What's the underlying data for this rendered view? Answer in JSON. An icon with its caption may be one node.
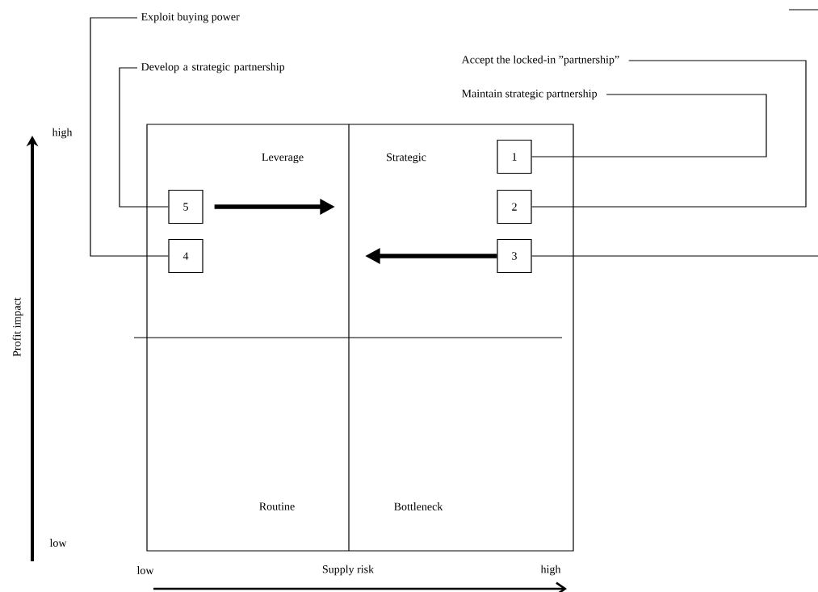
{
  "diagram": {
    "nodes": [
      {
        "text": [
          "Exploit buying power"
        ]
      },
      {
        "text": [
          "Develop a strategic partnership"
        ]
      },
      {
        "text": [
          "Accept the locked-in ”partnership”"
        ]
      },
      {
        "text": [
          "Maintain strategic partnership"
        ]
      },
      {
        "text": [
          "1"
        ]
      },
      {
        "text": [
          "2"
        ]
      },
      {
        "text": [
          "3"
        ]
      },
      {
        "text": [
          "4"
        ]
      },
      {
        "text": [
          "5"
        ]
      }
    ],
    "edges": [
      {
        "from": 0,
        "to": 7,
        "arrow": "none"
      },
      {
        "from": 1,
        "to": 8,
        "arrow": "none"
      },
      {
        "from": 3,
        "to": 4,
        "arrow": "none"
      },
      {
        "from": 2,
        "to": 5,
        "arrow": "none"
      },
      {
        "from": 6,
        "to": null,
        "arrow": "none"
      },
      {
        "from": 8,
        "to": null,
        "arrow": "to",
        "style": "thick"
      },
      {
        "from": 6,
        "to": null,
        "arrow": "to",
        "style": "thick"
      }
    ],
    "labels": [
      "high",
      "Leverage",
      "Strategic",
      "Profit impact",
      "Routine",
      "Bottleneck",
      "low",
      "low",
      "Supply risk",
      "high"
    ]
  }
}
